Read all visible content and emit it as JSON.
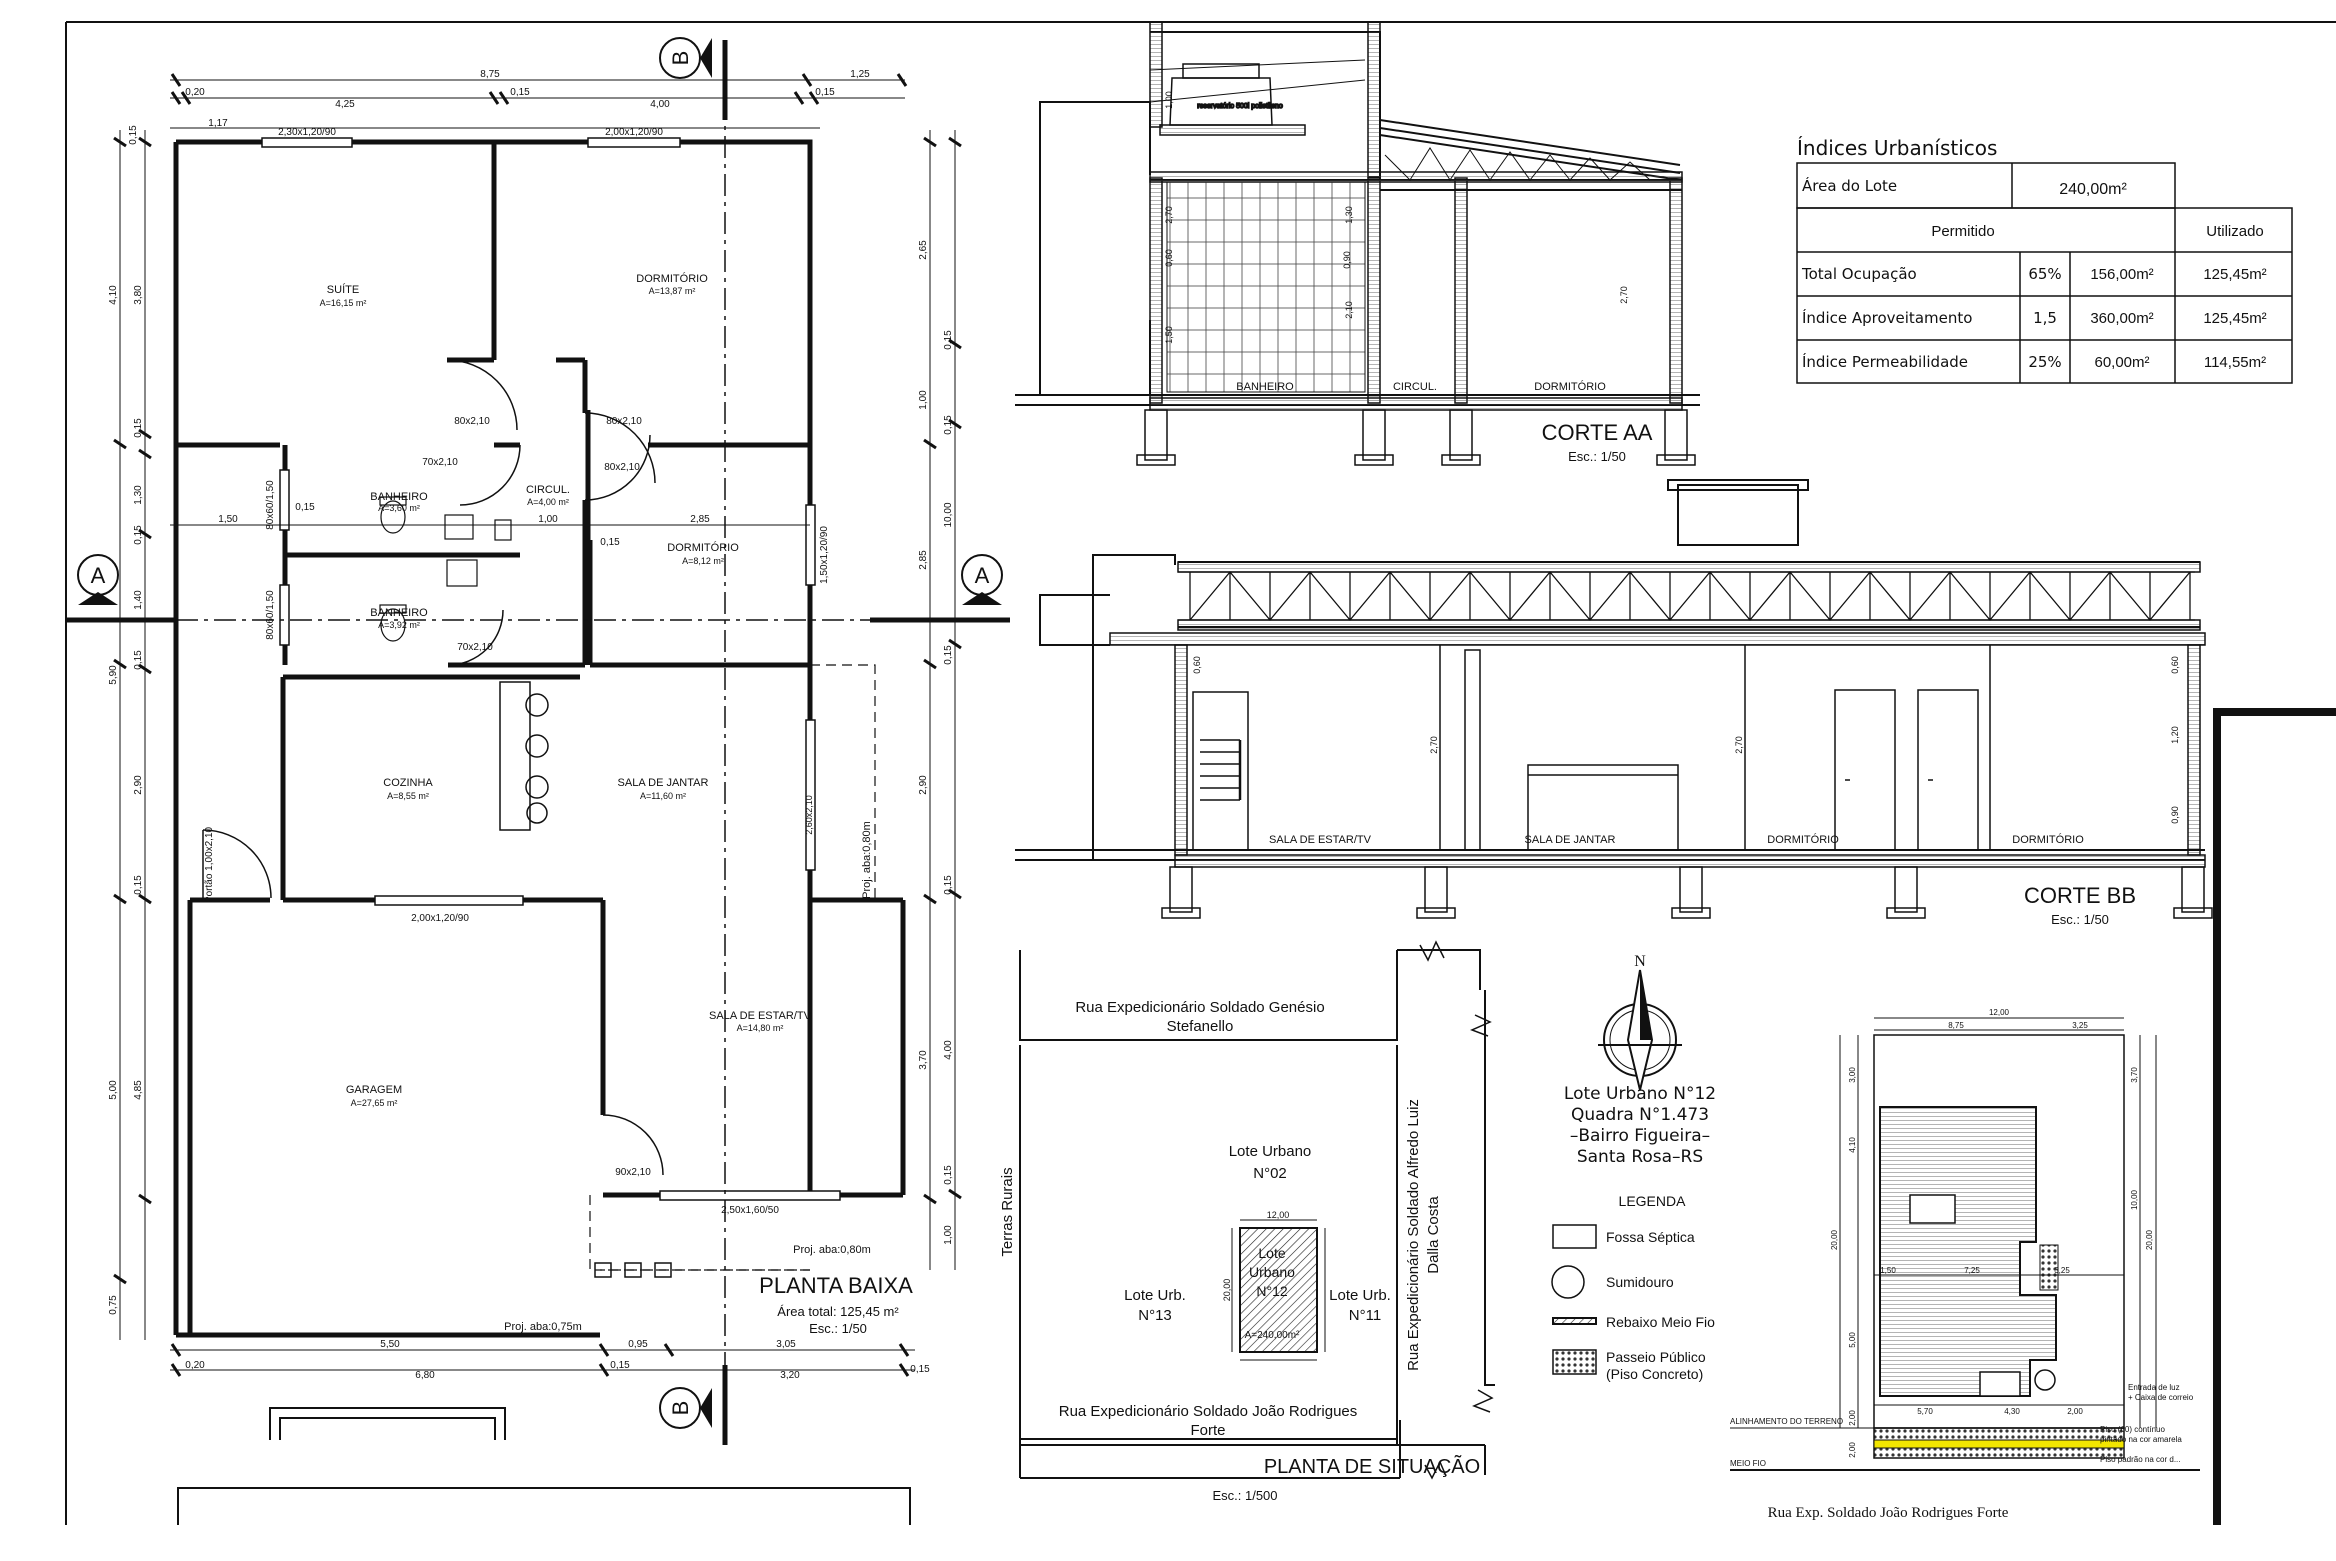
{
  "planta_baixa": {
    "title": "PLANTA BAIXA",
    "area": "Área total: 125,45 m²",
    "scale": "Esc.: 1/50",
    "rooms": [
      {
        "name": "SUÍTE",
        "area": "A=16,15 m²"
      },
      {
        "name": "DORMITÓRIO",
        "area": "A=13,87 m²"
      },
      {
        "name": "BANHEIRO",
        "area": "A=3,60 m²"
      },
      {
        "name": "CIRCUL.",
        "area": "A=4,00 m²"
      },
      {
        "name": "DORMITÓRIO",
        "area": "A=8,12 m²"
      },
      {
        "name": "BANHEIRO",
        "area": "A=3,92 m²"
      },
      {
        "name": "COZINHA",
        "area": "A=8,55 m²"
      },
      {
        "name": "SALA DE JANTAR",
        "area": "A=11,60 m²"
      },
      {
        "name": "GARAGEM",
        "area": "A=27,65 m²"
      },
      {
        "name": "SALA DE ESTAR/TV",
        "area": "A=14,80 m²"
      }
    ],
    "openings": [
      "2,30x1,20/90",
      "2,00x1,20/90",
      "80x2,10",
      "80x2,10",
      "70x2,10",
      "80x2,10",
      "70x2,10",
      "2,00x1,20/90",
      "90x2,10",
      "2,50x1,60/50",
      "Portão 1,00x2,10",
      "1,50x1,20/90",
      "80x60/1,50",
      "80x60/1,50",
      "2,60x2,10"
    ],
    "projections": [
      "Proj. aba:0,80m",
      "Proj. aba:0,80m",
      "Proj. aba:0,75m"
    ],
    "dims_top": [
      "8,75",
      "1,25",
      "0,20",
      "4,25",
      "0,15",
      "4,00",
      "0,15",
      "1,17"
    ],
    "dims_bottom": [
      "5,50",
      "0,95",
      "3,05",
      "0,20",
      "6,80",
      "0,15",
      "3,20",
      "0,15"
    ],
    "dims_left": [
      "0,15",
      "4,10",
      "3,80",
      "0,15",
      "1,30",
      "0,15",
      "1,40",
      "0,15",
      "5,90",
      "2,90",
      "0,15",
      "5,00",
      "4,85",
      "0,75"
    ],
    "dims_right": [
      "2,65",
      "0,15",
      "1,00",
      "0,15",
      "2,85",
      "0,15",
      "2,90",
      "0,15",
      "3,70",
      "4,00",
      "0,15",
      "1,00",
      "10,00"
    ],
    "dims_inner": [
      "1,50",
      "1,00",
      "2,85",
      "0,15",
      "0,15"
    ],
    "section_marks": [
      "A",
      "A",
      "B",
      "B"
    ]
  },
  "corte_aa": {
    "title": "CORTE AA",
    "scale": "Esc.: 1/50",
    "rooms": [
      "BANHEIRO",
      "CIRCUL.",
      "DORMITÓRIO"
    ],
    "tank_label": "reservatório 500l polietileno",
    "dims": [
      "1,00",
      "2,70",
      "1,50",
      "0,60",
      "2,10",
      "1,30",
      "2,70",
      "0,90"
    ]
  },
  "corte_bb": {
    "title": "CORTE BB",
    "scale": "Esc.: 1/50",
    "rooms": [
      "SALA DE ESTAR/TV",
      "SALA DE JANTAR",
      "DORMITÓRIO",
      "DORMITÓRIO"
    ],
    "dims": [
      "0,60",
      "2,70",
      "2,70",
      "0,60",
      "1,20",
      "0,90"
    ]
  },
  "indices": {
    "title": "Índices Urbanísticos",
    "lote_label": "Área do Lote",
    "lote_value": "240,00m²",
    "permitido": "Permitido",
    "utilizado": "Utilizado",
    "rows": [
      {
        "label": "Total Ocupação",
        "pct": "65%",
        "perm": "156,00m²",
        "util": "125,45m²"
      },
      {
        "label": "Índice Aproveitamento",
        "pct": "1,5",
        "perm": "360,00m²",
        "util": "125,45m²"
      },
      {
        "label": "Índice Permeabilidade",
        "pct": "25%",
        "perm": "60,00m²",
        "util": "114,55m²"
      }
    ]
  },
  "situacao": {
    "title": "PLANTA DE SITUAÇÃO",
    "scale": "Esc.: 1/500",
    "street_top_1": "Rua Expedicionário Soldado Genésio",
    "street_top_2": "Stefanello",
    "street_right_1": "Rua Expedicionário Soldado Alfredo Luiz",
    "street_right_2": "Dalla Costa",
    "street_bottom_1": "Rua Expedicionário Soldado João Rodrigues",
    "street_bottom_2": "Forte",
    "terras": "Terras Rurais",
    "lote02_1": "Lote Urbano",
    "lote02_2": "N°02",
    "lote13_1": "Lote Urb.",
    "lote13_2": "N°13",
    "lote11_1": "Lote Urb.",
    "lote11_2": "N°11",
    "lote12_1": "Lote",
    "lote12_2": "Urbano",
    "lote12_3": "N°12",
    "lote12_area": "A=240,00m²",
    "dim_w": "12,00",
    "dim_h": "20,00"
  },
  "info": {
    "line1": "Lote Urbano N°12",
    "line2": "Quadra N°1.473",
    "line3": "–Bairro Figueira–",
    "line4": "Santa Rosa–RS",
    "north": "N"
  },
  "legenda": {
    "title": "LEGENDA",
    "items": [
      "Fossa Séptica",
      "Sumidouro",
      "Rebaixo Meio Fio",
      "Passeio Público",
      "(Piso Concreto)"
    ]
  },
  "locacao": {
    "street": "Rua Exp. Soldado João Rodrigues Forte",
    "dims_top": [
      "12,00",
      "8,75",
      "3,25"
    ],
    "dims_side": [
      "3,00",
      "4,10",
      "20,00",
      "20,00",
      "10,00",
      "5,00",
      "3,70",
      "2,00",
      "2,00"
    ],
    "dims_mid": [
      "1,50",
      "7,25",
      "3,25",
      "5,70",
      "4,30",
      "2,00"
    ],
    "labels": [
      "ALINHAMENTO DO TERRENO",
      "MEIO FIO",
      "Entrada de luz",
      "+ Caixa de correio",
      "Piso (60) contínuo",
      "pintado na cor amarela",
      "Piso padrão na cor d..."
    ]
  }
}
